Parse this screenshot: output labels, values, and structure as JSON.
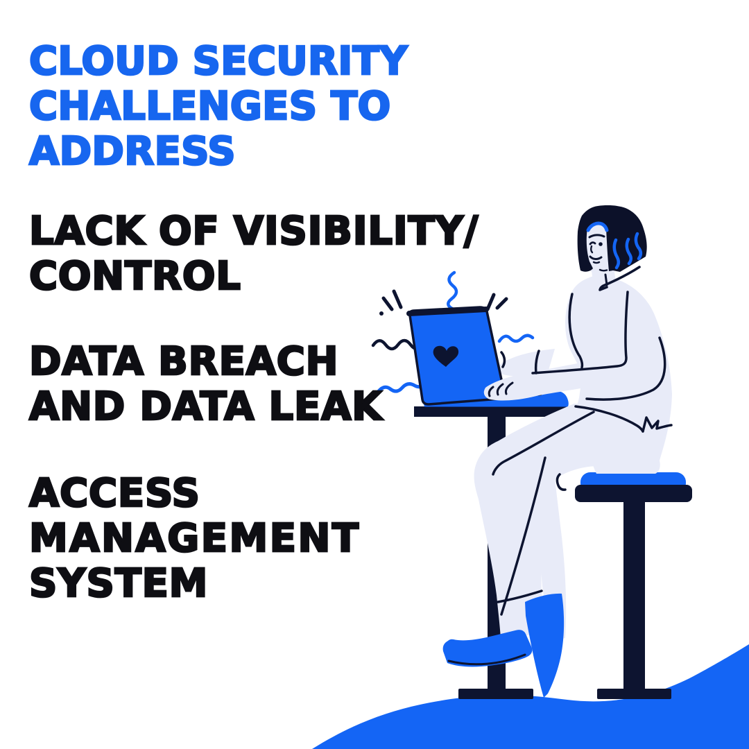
{
  "palette": {
    "background": "#ffffff",
    "title_blue": "#1766ef",
    "accent_blue": "#1465f5",
    "ink_navy": "#0d1430",
    "hair_navy": "#0c1129",
    "body_pale": "#e8ebf8",
    "text_black": "#0e0e13"
  },
  "poster": {
    "title": {
      "text": "CLOUD SECURITY CHALLENGES TO ADDRESS",
      "line1": "CLOUD SECURITY",
      "line2": "CHALLENGES TO",
      "line3": "ADDRESS"
    },
    "items": [
      {
        "text": "LACK OF VISIBILITY/ CONTROL",
        "line1": "LACK OF VISIBILITY/",
        "line2": "CONTROL"
      },
      {
        "text": "DATA BREACH AND DATA LEAK",
        "line1": "DATA BREACH",
        "line2": "AND DATA LEAK"
      },
      {
        "text": "ACCESS MANAGEMENT SYSTEM",
        "line1": "ACCESS",
        "line2": "MANAGEMENT",
        "line3": "SYSTEM"
      }
    ]
  },
  "illustration": {
    "description": "Woman with dark bob hair sitting on a tall stool at a pedestal desk, typing on a blue laptop decorated with a heart; squiggle and spark accents around the laptop; blue wave along the bottom-right edge."
  }
}
